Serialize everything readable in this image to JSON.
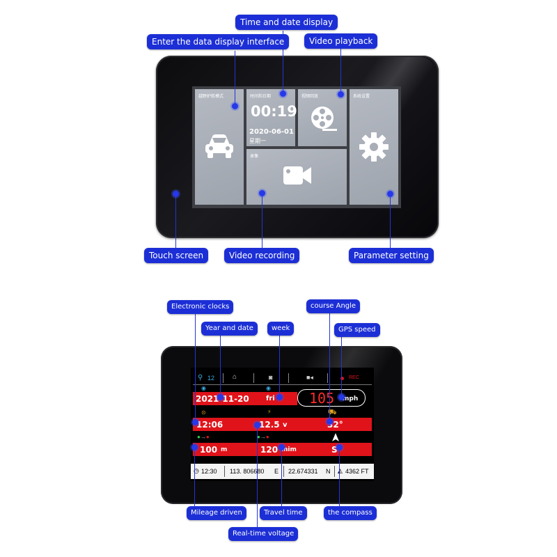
{
  "device1": {
    "tiles": {
      "offroad_title": "越野护航模式",
      "time_title": "时间和日期",
      "time_value": "00:19",
      "date_value": "2020-06-01",
      "weekday_value": "星期一",
      "playback_title": "视频回放",
      "settings_title": "系统设置",
      "record_title": "录像"
    },
    "callouts": {
      "time_date": "Time and date display",
      "data_interface": "Enter the data display interface",
      "video_playback": "Video playback",
      "touch_screen": "Touch screen",
      "video_recording": "Video recording",
      "parameter_setting": "Parameter setting"
    }
  },
  "device2": {
    "topbar": {
      "satellites": "12",
      "rec_label": "REC"
    },
    "row1": {
      "date": "2021-11-20",
      "weekday": "fri",
      "speed": "105",
      "speed_unit": "mph"
    },
    "row2": {
      "clock": "12:06",
      "voltage": "12.5",
      "voltage_unit": "v",
      "angle": "32°"
    },
    "row3": {
      "mileage": "100",
      "mileage_unit": "m",
      "travel_time": "120",
      "travel_unit": "mim",
      "compass": "S"
    },
    "gps": {
      "time": "12:30",
      "longitude": "113. 806680",
      "lon_dir": "E",
      "latitude": "22.674331",
      "lat_dir": "N",
      "altitude": "4362 FT"
    },
    "callouts": {
      "electronic_clocks": "Electronic clocks",
      "year_date": "Year and date",
      "week": "week",
      "course_angle": "course Angle",
      "gps_speed": "GPS speed",
      "mileage_driven": "Mileage driven",
      "travel_time": "Travel time",
      "compass": "the compass",
      "realtime_voltage": "Real-time voltage"
    }
  },
  "colors": {
    "callout_blue": "#1c2fd6",
    "display_red": "#e0131a",
    "screen_grey": "#a8adb6"
  },
  "icons": [
    "car-icon",
    "film-reel-icon",
    "gear-icon",
    "video-camera-icon",
    "satellite-icon",
    "home-icon",
    "camera-icon",
    "video-icon",
    "rec-dot-icon",
    "wifi-icon",
    "clock-icon",
    "lightning-icon",
    "car-angle-icon",
    "route-icon",
    "compass-arrow-icon",
    "altitude-icon"
  ]
}
